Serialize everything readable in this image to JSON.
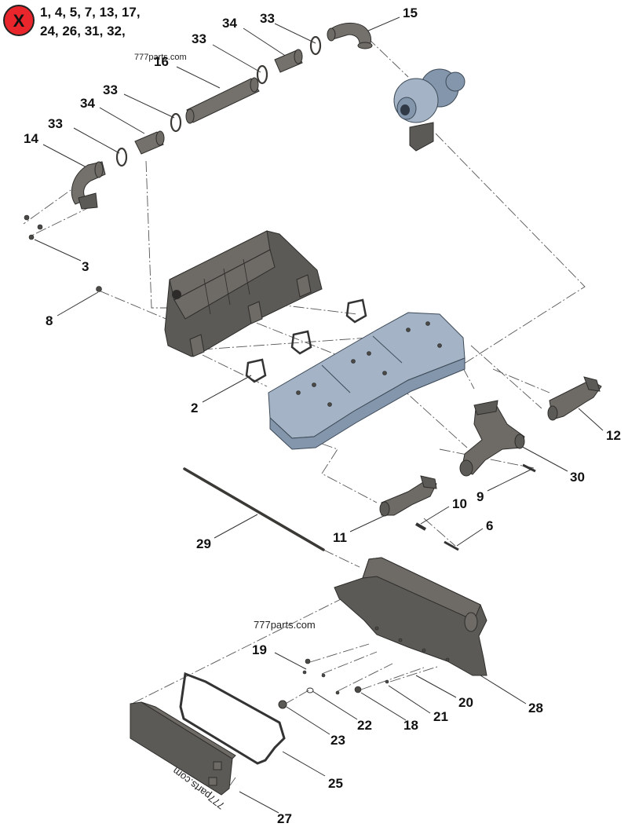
{
  "badge": {
    "symbol": "X",
    "color": "#e8262b",
    "lines": [
      "1, 4, 5, 7, 13, 17,",
      "24, 26, 31, 32,"
    ]
  },
  "watermarks": [
    "777parts.com",
    "777parts.com",
    "777parts.com"
  ],
  "callouts": {
    "n15": "15",
    "n33a": "33",
    "n34a": "34",
    "n33b": "33",
    "n16": "16",
    "n33c": "33",
    "n34b": "34",
    "n33d": "33",
    "n14": "14",
    "n3": "3",
    "n8": "8",
    "n2": "2",
    "n12": "12",
    "n30": "30",
    "n9": "9",
    "n10": "10",
    "n6": "6",
    "n11": "11",
    "n29": "29",
    "n19": "19",
    "n20": "20",
    "n28": "28",
    "n21": "21",
    "n18": "18",
    "n22": "22",
    "n23": "23",
    "n25": "25",
    "n27": "27"
  },
  "colors": {
    "cast_iron": "#5c5a56",
    "head_blue": "#a4b4c6",
    "badge_red": "#e8262b"
  }
}
